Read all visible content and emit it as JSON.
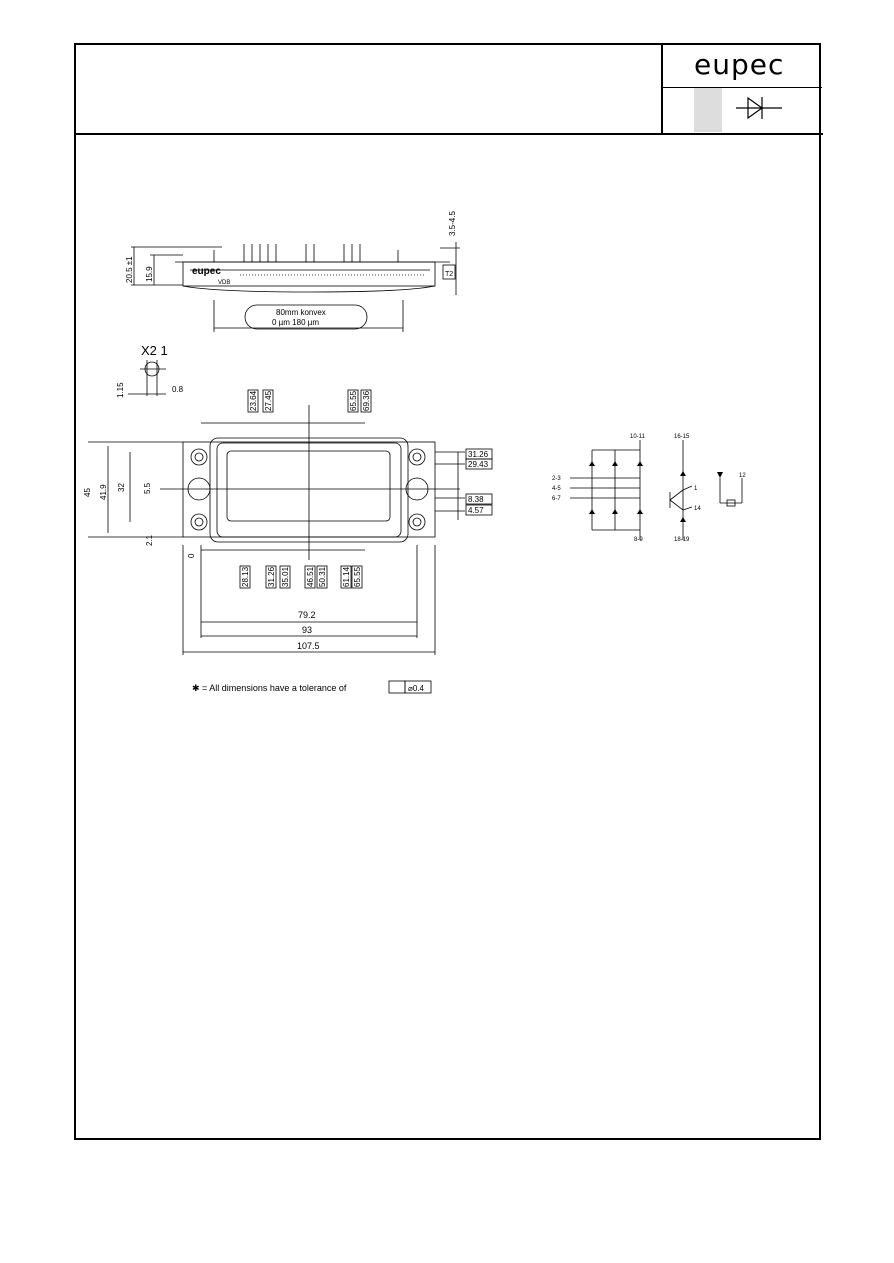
{
  "header": {
    "logo": "eupec"
  },
  "side_view": {
    "dim_height_total": "20.5 ±1",
    "dim_height": "15.9",
    "dim_pin_tol": "3.5-4.5",
    "datum_box": "T2",
    "module_logo": "eupec",
    "module_code": "VDB",
    "note_line1": "80mm konvex",
    "note_line2": "0 µm    180 µm"
  },
  "detail": {
    "label": "X2 1",
    "dim_a": "1.15",
    "dim_b": "0.8"
  },
  "top_view": {
    "top_dims": [
      "23.64",
      "27.45",
      "65.55",
      "69.36"
    ],
    "bottom_dims": [
      "28.13",
      "31.26",
      "35.01",
      "46.51",
      "50.31",
      "61.14",
      "65.55"
    ],
    "right_dims": [
      "31.26",
      "29.43",
      "8.38",
      "4.57"
    ],
    "left_dims": [
      "45",
      "41.9",
      "32",
      "5.5",
      "2.1",
      "0"
    ],
    "width_dims": [
      "79.2",
      "93",
      "107.5"
    ]
  },
  "schematic": {
    "labels": [
      "10-11",
      "16-15",
      "2-3",
      "4-5",
      "6-7",
      "8-9",
      "18-19",
      "1",
      "14",
      "12"
    ]
  },
  "footnote": {
    "text": "✱ = All dimensions have a tolerance of",
    "box": "⌀0.4"
  }
}
